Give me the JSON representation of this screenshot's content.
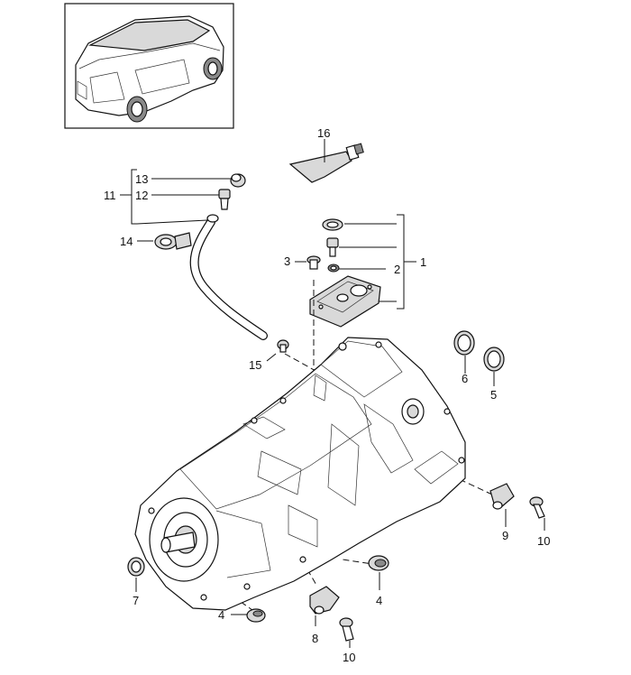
{
  "callouts": {
    "c1": "1",
    "c2": "2",
    "c3": "3",
    "c4a": "4",
    "c4b": "4",
    "c5": "5",
    "c6": "6",
    "c7": "7",
    "c8": "8",
    "c9": "9",
    "c10a": "10",
    "c10b": "10",
    "c11": "11",
    "c12": "12",
    "c13": "13",
    "c14": "14",
    "c15": "15",
    "c16": "16"
  }
}
